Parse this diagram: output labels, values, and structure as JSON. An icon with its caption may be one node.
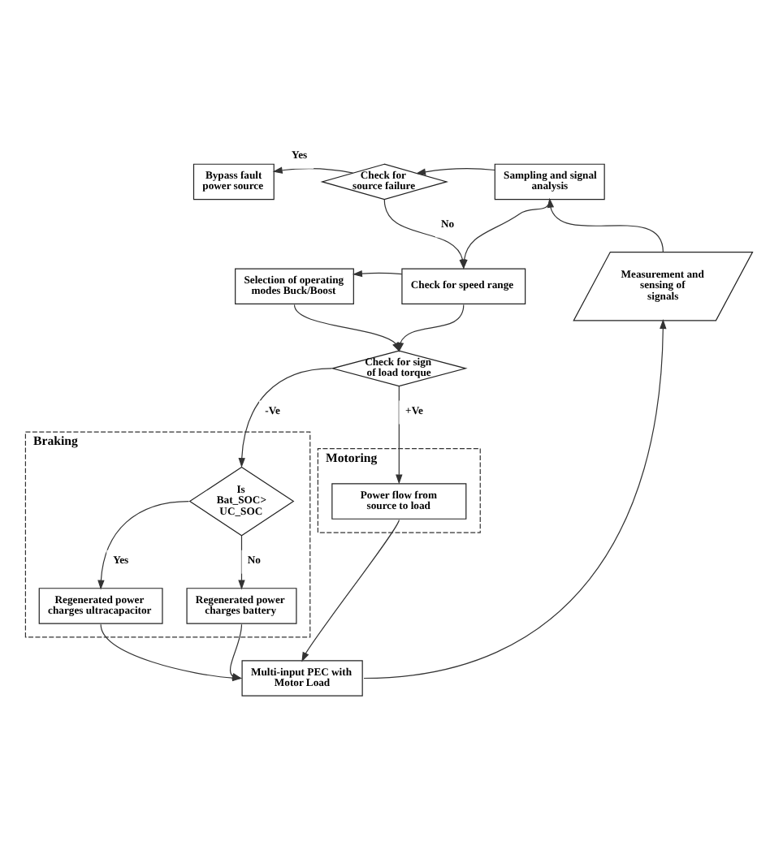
{
  "diagram": {
    "nodes": [
      {
        "text": [
          "Bypass fault power source"
        ]
      },
      {
        "text": [
          "Check for source failure"
        ]
      },
      {
        "text": [
          "Sampling and signal analysis"
        ]
      },
      {
        "text": [
          "Selection of operating modes Buck/Boost"
        ]
      },
      {
        "text": [
          "Check for speed range"
        ]
      },
      {
        "text": [
          "Check for sign of load torque"
        ]
      },
      {
        "text": [
          "Measurement and sensing of signals"
        ]
      },
      {
        "text": [
          "Braking"
        ]
      },
      {
        "text": [
          "Is Bat_SOC> UC_SOC"
        ],
        "in": 7
      },
      {
        "text": [
          "Regenerated power charges ultracapacitor"
        ],
        "in": 7
      },
      {
        "text": [
          "Regenerated power charges battery"
        ],
        "in": 7
      },
      {
        "text": [
          "Motoring"
        ]
      },
      {
        "text": [
          "Power flow from source to load"
        ],
        "in": 11
      },
      {
        "text": [
          "Multi-input PEC with Motor Load"
        ]
      }
    ],
    "edges": [
      {
        "from": 2,
        "to": 1,
        "arrow": "to"
      },
      {
        "from": 1,
        "to": 0,
        "arrow": "to",
        "label": "Yes"
      },
      {
        "from": 1,
        "to": 4,
        "arrow": "to",
        "label": "No"
      },
      {
        "from": 2,
        "to": 4,
        "arrow": "to"
      },
      {
        "from": 4,
        "to": 3,
        "arrow": "to"
      },
      {
        "from": 3,
        "to": 5,
        "arrow": "to"
      },
      {
        "from": 4,
        "to": 5,
        "arrow": "to"
      },
      {
        "from": 5,
        "to": 8,
        "arrow": "to",
        "label": "-Ve"
      },
      {
        "from": 5,
        "to": 12,
        "arrow": "to",
        "label": "+Ve"
      },
      {
        "from": 8,
        "to": 9,
        "arrow": "to",
        "label": "Yes"
      },
      {
        "from": 8,
        "to": 10,
        "arrow": "to",
        "label": "No"
      },
      {
        "from": 9,
        "to": 13,
        "arrow": "to"
      },
      {
        "from": 10,
        "to": 13,
        "arrow": "to"
      },
      {
        "from": 12,
        "to": 13,
        "arrow": "to"
      },
      {
        "from": 13,
        "to": 6,
        "arrow": "to"
      },
      {
        "from": 6,
        "to": 2,
        "arrow": "to"
      }
    ]
  }
}
